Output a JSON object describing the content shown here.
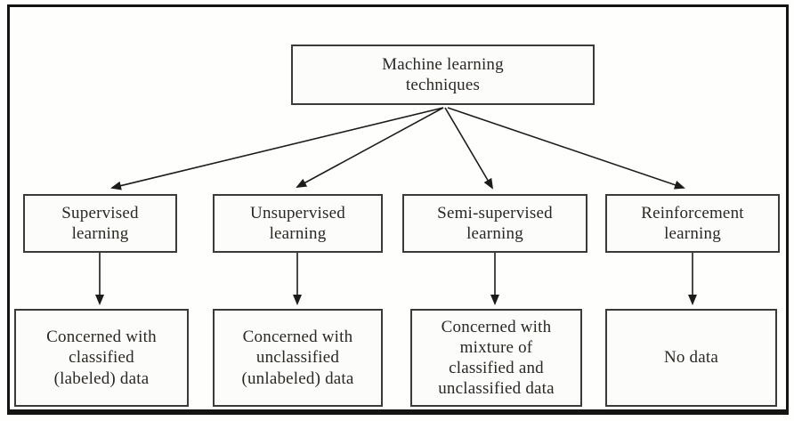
{
  "figure": {
    "root": {
      "label": "Machine learning\ntechniques"
    },
    "branches": [
      {
        "label": "Supervised\nlearning",
        "detail": "Concerned with\nclassified\n(labeled) data"
      },
      {
        "label": "Unsupervised\nlearning",
        "detail": "Concerned with\nunclassified\n(unlabeled) data"
      },
      {
        "label": "Semi-supervised\nlearning",
        "detail": "Concerned with\nmixture of\nclassified and\nunclassified data"
      },
      {
        "label": "Reinforcement\nlearning",
        "detail": "No data"
      }
    ],
    "colors": {
      "page_bg": "#fefefd",
      "box_bg": "#fcfcfa",
      "box_border": "#3a3a38",
      "frame": "#141414",
      "ink": "#2b2824",
      "arrow": "#1c1c1c"
    }
  }
}
